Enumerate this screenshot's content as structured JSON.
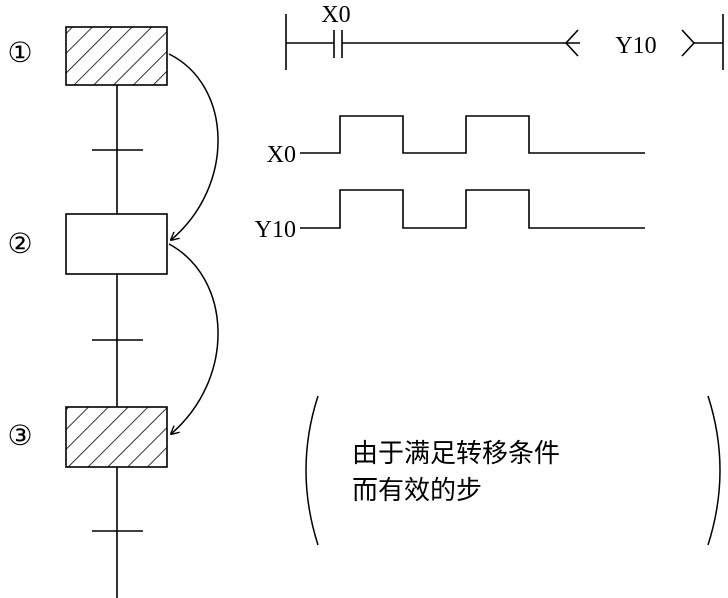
{
  "steps": [
    {
      "label": "①",
      "state": "active"
    },
    {
      "label": "②",
      "state": "inactive"
    },
    {
      "label": "③",
      "state": "active"
    }
  ],
  "ladder": {
    "contact_label": "X0",
    "coil_label": "Y10"
  },
  "timing": {
    "signals": [
      {
        "label": "X0"
      },
      {
        "label": "Y10"
      }
    ]
  },
  "note": {
    "line1": "由于满足转移条件",
    "line2": "而有效的步"
  },
  "colors": {
    "ink": "#000000",
    "background": "#ffffff"
  }
}
